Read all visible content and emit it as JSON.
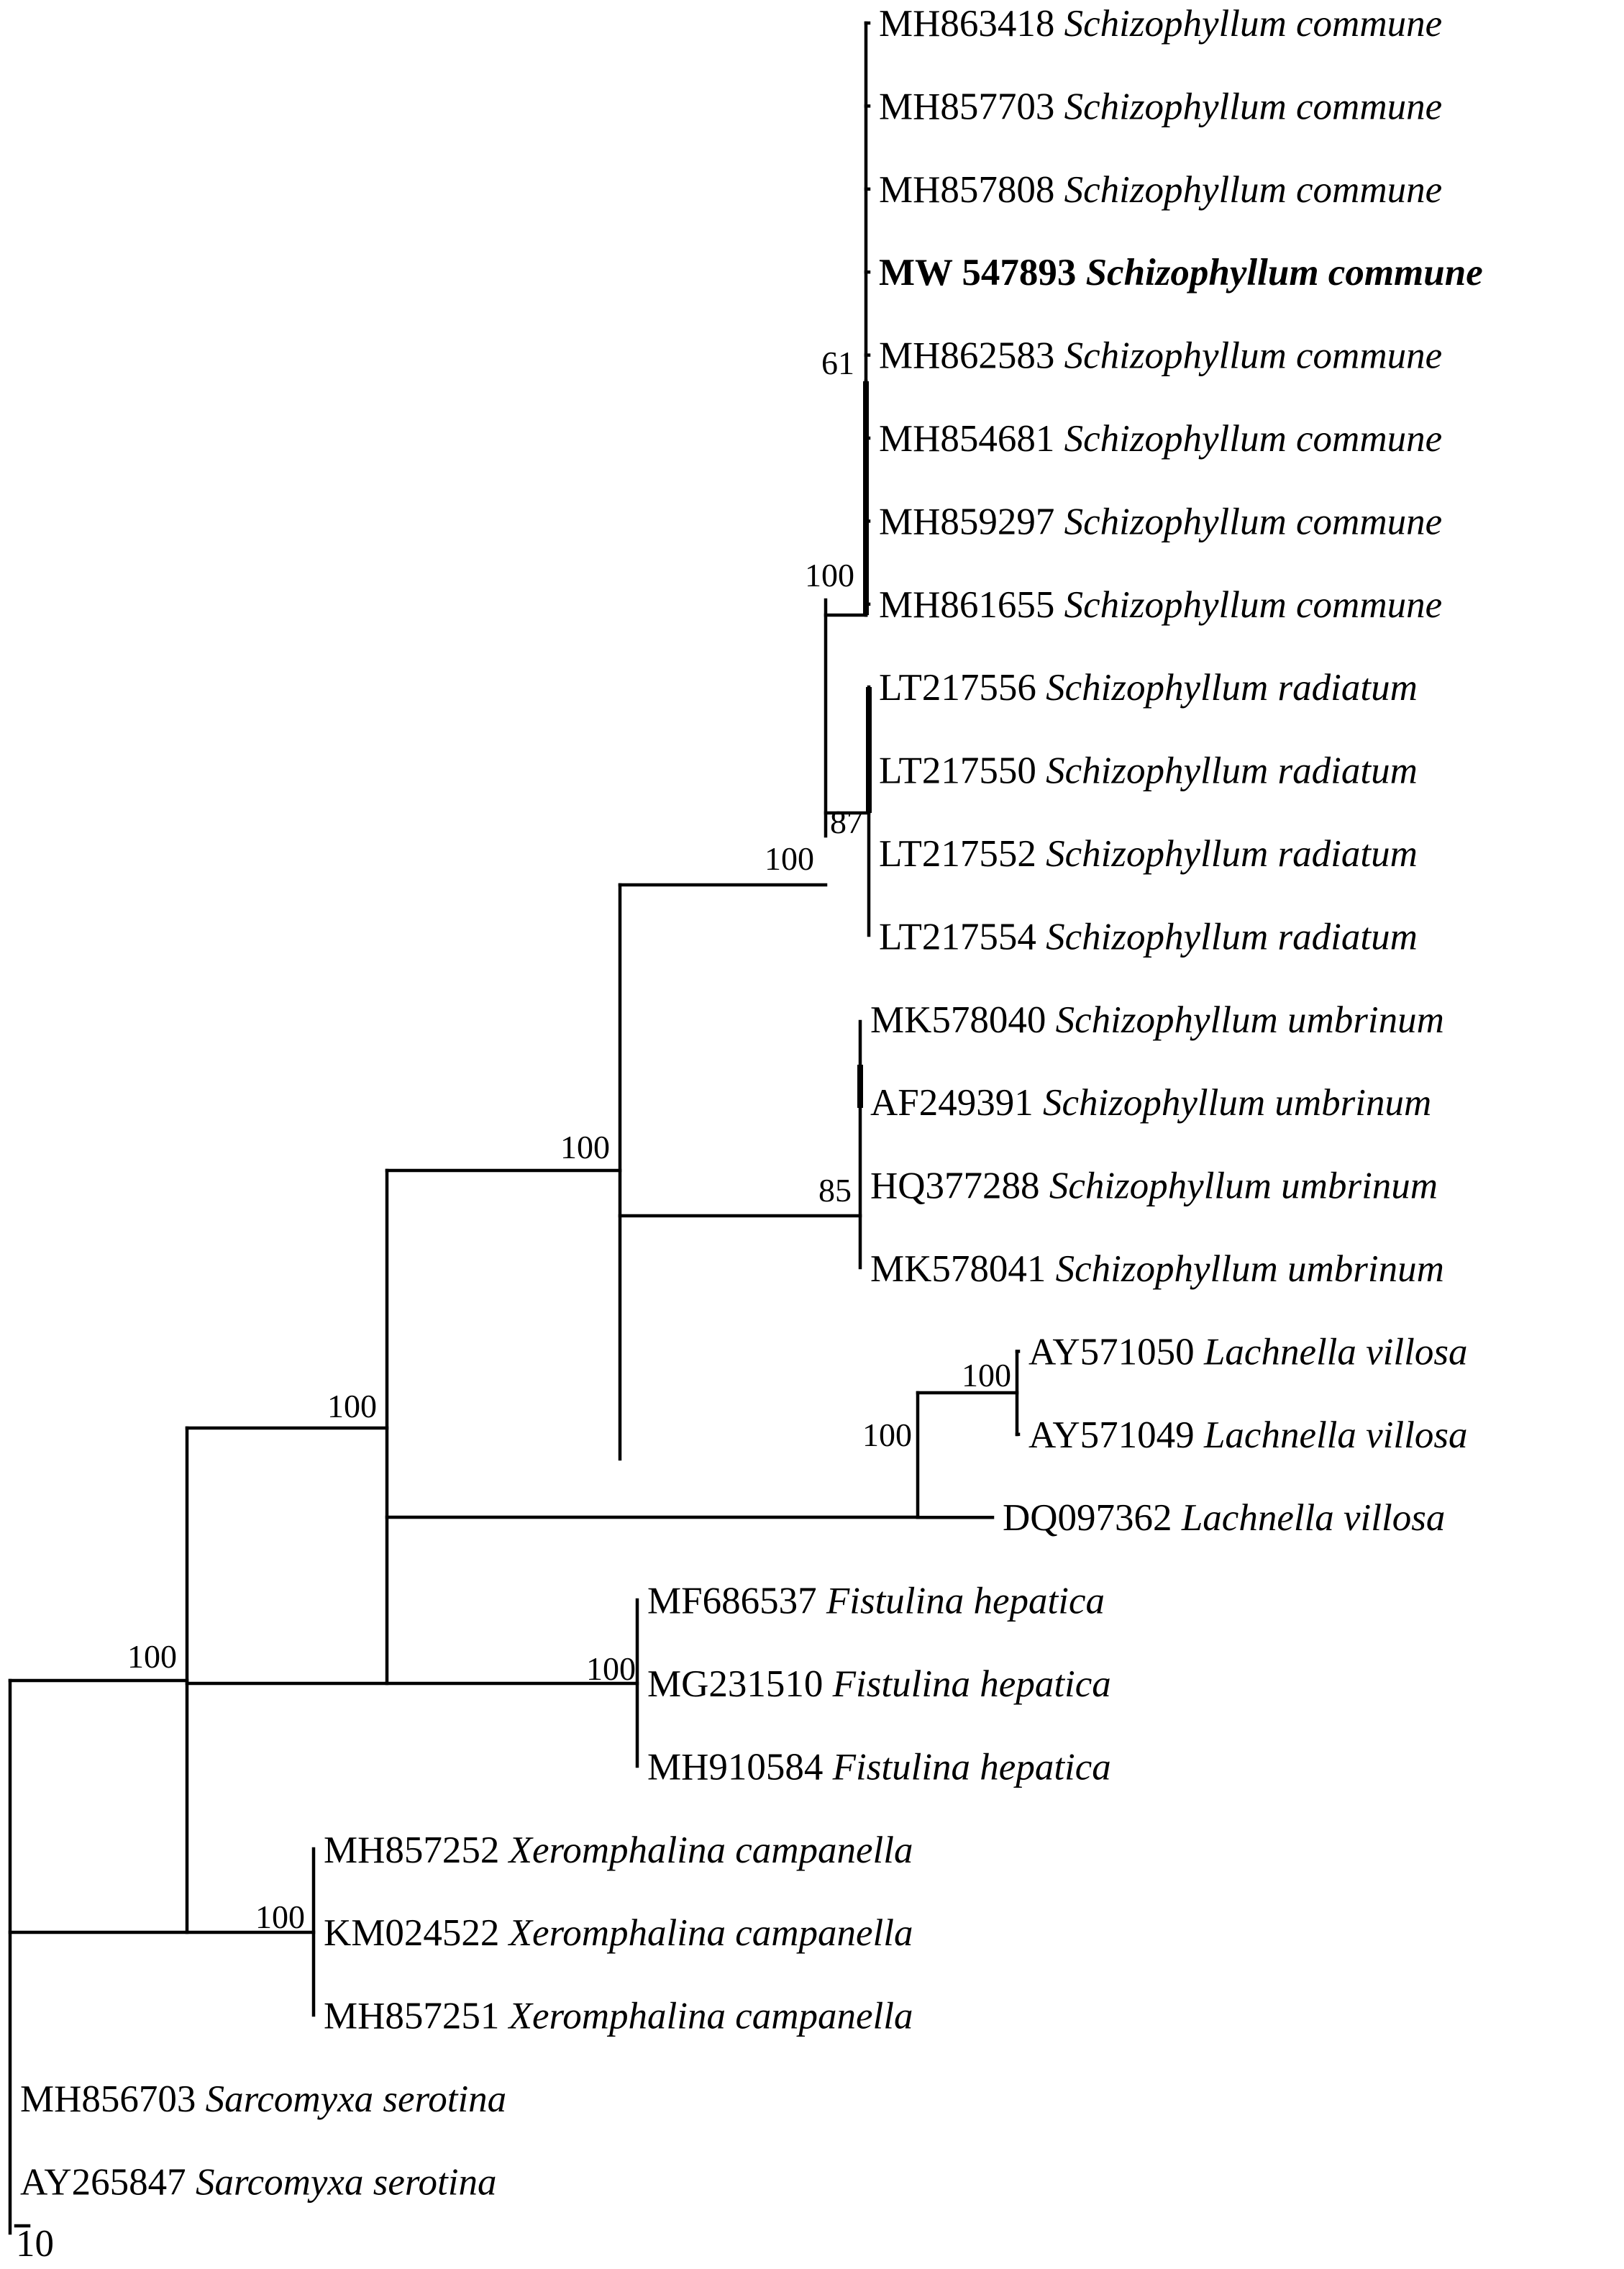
{
  "tree": {
    "leaves": [
      {
        "accession": "MH863418",
        "species": "Schizophyllum commune"
      },
      {
        "accession": "MH857703",
        "species": "Schizophyllum commune"
      },
      {
        "accession": "MH857808",
        "species": "Schizophyllum commune"
      },
      {
        "accession": "MW 547893",
        "species": "Schizophyllum commune",
        "bold": true
      },
      {
        "accession": "MH862583",
        "species": "Schizophyllum commune"
      },
      {
        "accession": "MH854681",
        "species": "Schizophyllum commune"
      },
      {
        "accession": "MH859297",
        "species": "Schizophyllum commune"
      },
      {
        "accession": "MH861655",
        "species": "Schizophyllum commune"
      },
      {
        "accession": "LT217556",
        "species": "Schizophyllum radiatum"
      },
      {
        "accession": "LT217550",
        "species": "Schizophyllum radiatum"
      },
      {
        "accession": "LT217552",
        "species": "Schizophyllum radiatum"
      },
      {
        "accession": "LT217554",
        "species": "Schizophyllum radiatum"
      },
      {
        "accession": "MK578040",
        "species": "Schizophyllum umbrinum"
      },
      {
        "accession": "AF249391",
        "species": "Schizophyllum umbrinum"
      },
      {
        "accession": "HQ377288",
        "species": "Schizophyllum umbrinum"
      },
      {
        "accession": "MK578041",
        "species": "Schizophyllum umbrinum"
      },
      {
        "accession": "AY571050",
        "species": "Lachnella villosa"
      },
      {
        "accession": "AY571049",
        "species": "Lachnella villosa"
      },
      {
        "accession": "DQ097362",
        "species": "Lachnella villosa"
      },
      {
        "accession": "MF686537",
        "species": "Fistulina hepatica"
      },
      {
        "accession": "MG231510",
        "species": "Fistulina hepatica"
      },
      {
        "accession": "MH910584",
        "species": "Fistulina hepatica"
      },
      {
        "accession": "MH857252",
        "species": "Xeromphalina campanella"
      },
      {
        "accession": "KM024522",
        "species": "Xeromphalina campanella"
      },
      {
        "accession": "MH857251",
        "species": "Xeromphalina campanella"
      },
      {
        "accession": "MH856703",
        "species": "Sarcomyxa serotina"
      },
      {
        "accession": "AY265847",
        "species": "Sarcomyxa serotina"
      }
    ],
    "bootstrap": [
      {
        "node": "commune-inner",
        "value": "61"
      },
      {
        "node": "commune",
        "value": "100"
      },
      {
        "node": "radiatum",
        "value": "87"
      },
      {
        "node": "commune-radiatum",
        "value": "100"
      },
      {
        "node": "umbrinum",
        "value": "85"
      },
      {
        "node": "schizophyllum",
        "value": "100"
      },
      {
        "node": "lachnella-pair",
        "value": "100"
      },
      {
        "node": "lachnella",
        "value": "100"
      },
      {
        "node": "schizophyllaceae",
        "value": "100"
      },
      {
        "node": "fistulina",
        "value": "100"
      },
      {
        "node": "xeromphalina",
        "value": "100"
      },
      {
        "node": "ingroup",
        "value": "100"
      }
    ],
    "scale_bar_label": "10"
  }
}
